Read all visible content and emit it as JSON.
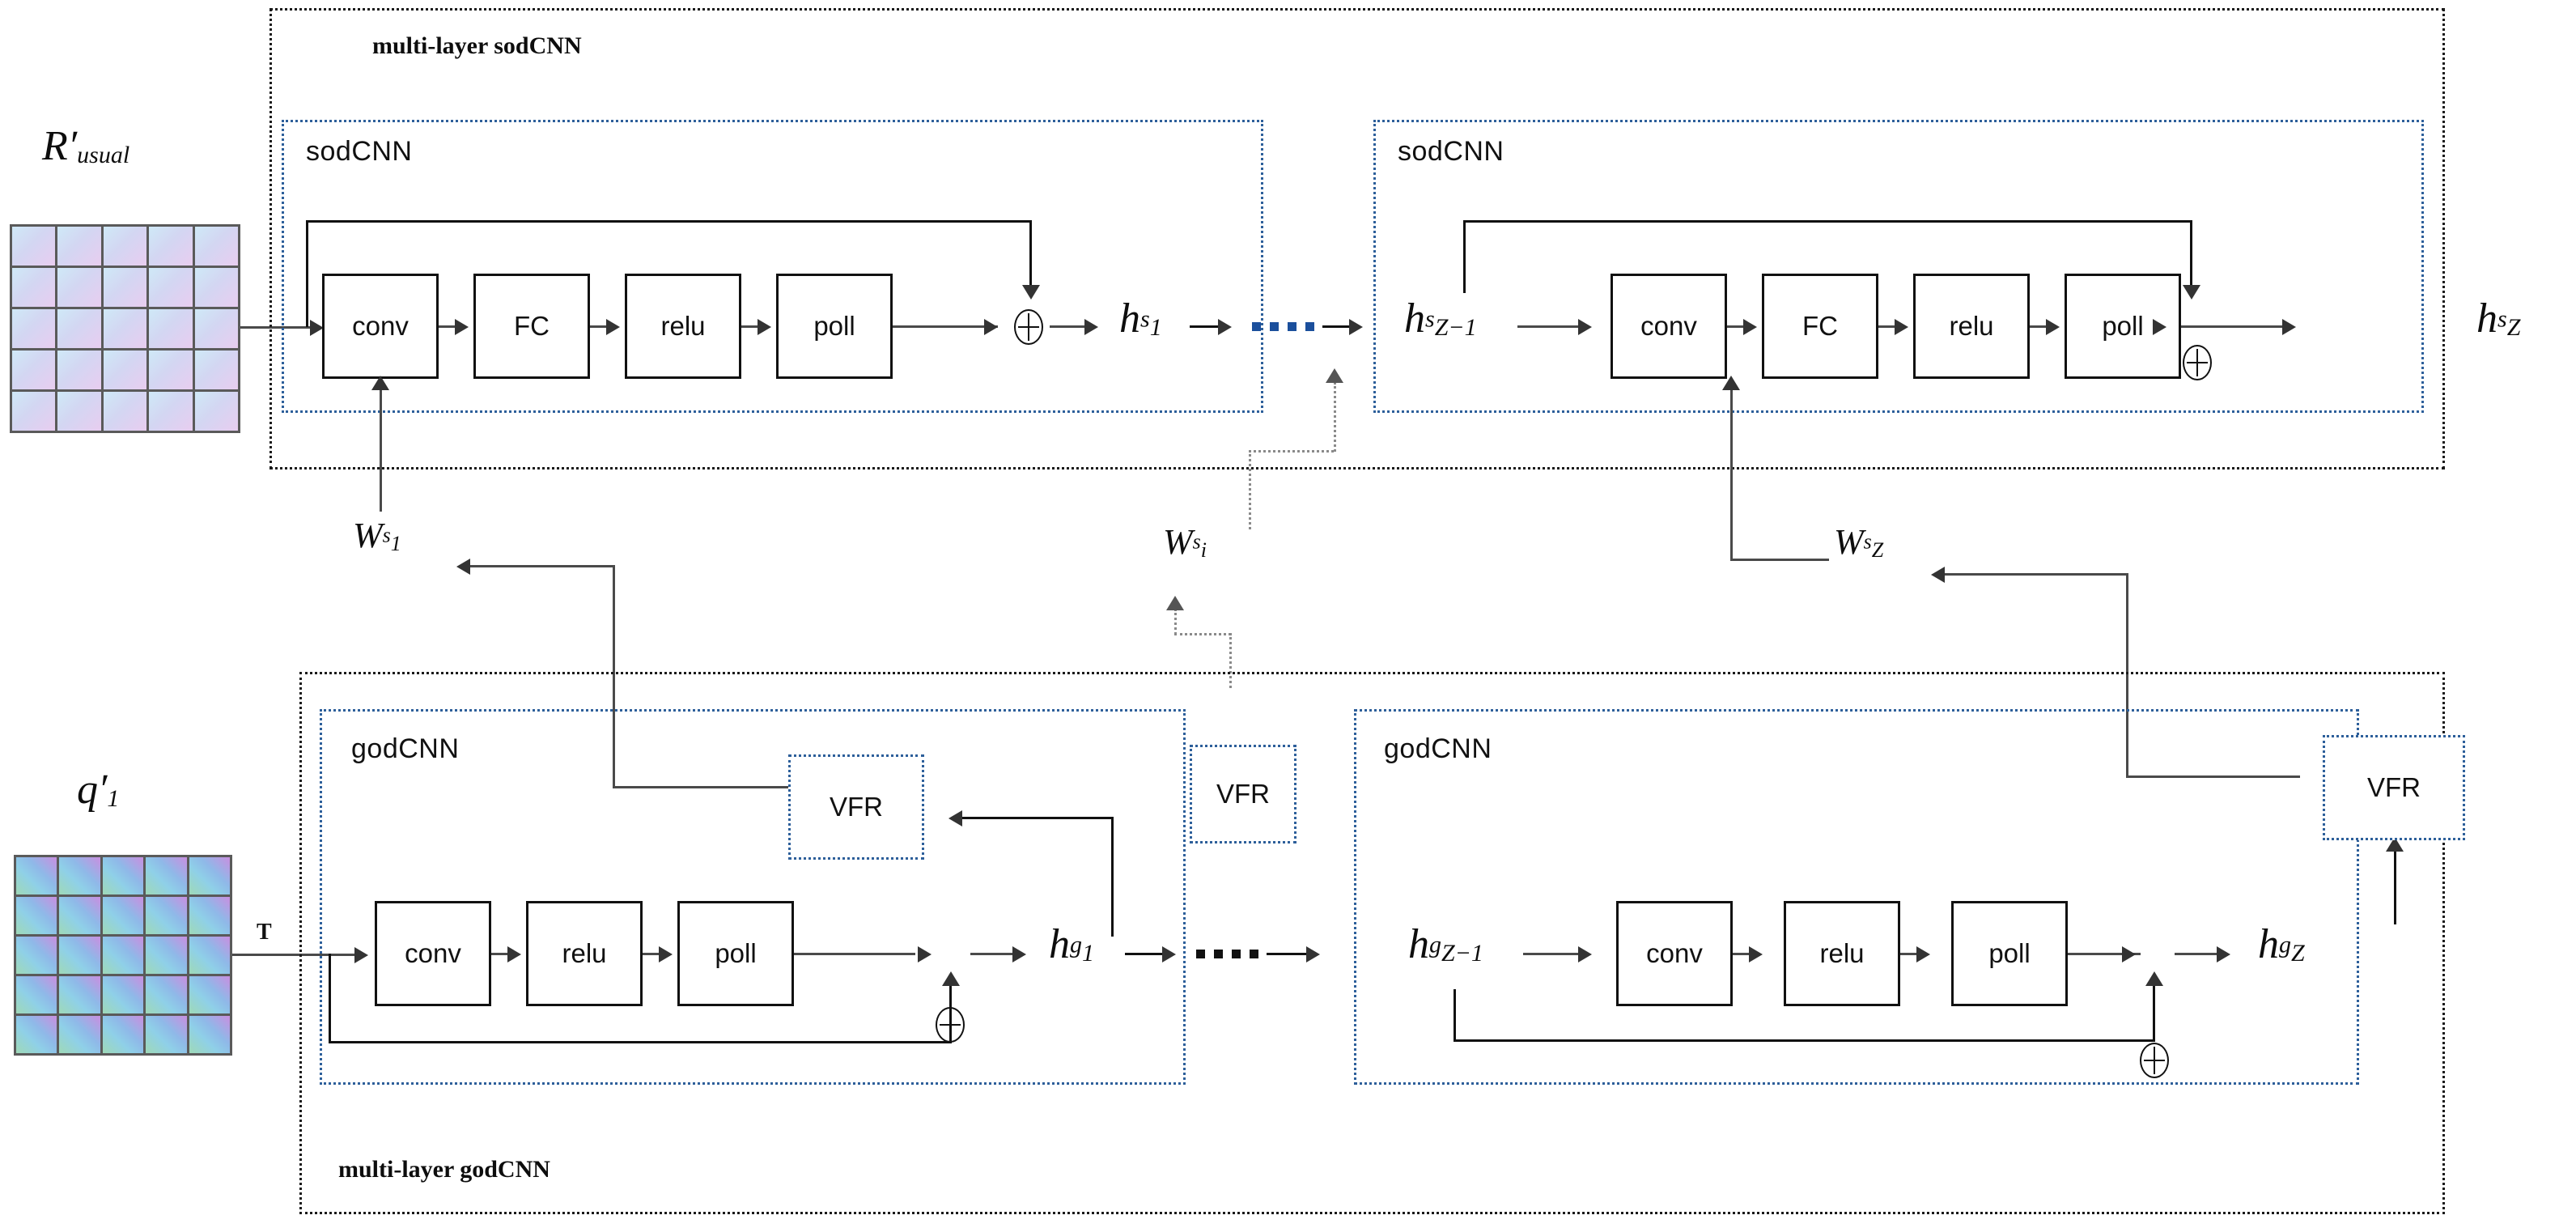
{
  "diagram": {
    "title": "multi-layer sodCNN / godCNN architecture",
    "colors": {
      "group_border": "#1a1a1a",
      "sub_border": "#2d5f9a",
      "box_border": "#111111",
      "connector": "#4a4a4a",
      "ellipsis_dot": "#1b4f9c"
    }
  },
  "top": {
    "group_label": "multi-layer sodCNN",
    "input": {
      "symbol_base": "R",
      "symbol_prime": "′",
      "symbol_sub": "usual",
      "matrix_rows": 5,
      "matrix_cols": 5
    },
    "block1": {
      "sub_label": "sodCNN",
      "ops": [
        "conv",
        "FC",
        "relu",
        "poll"
      ],
      "sum_icon": "oplus-icon",
      "output": {
        "base": "h",
        "sup": "s",
        "sub": "1"
      }
    },
    "blockZ": {
      "sub_label": "sodCNN",
      "input_state": {
        "base": "h",
        "sup": "s",
        "sub": "Z−1"
      },
      "ops": [
        "conv",
        "FC",
        "relu",
        "poll"
      ],
      "sum_icon": "oplus-icon",
      "output": {
        "base": "h",
        "sup": "s",
        "sub": "Z"
      }
    }
  },
  "weights": [
    {
      "base": "W",
      "sup": "s",
      "sub": "1"
    },
    {
      "base": "W",
      "sup": "s",
      "sub": "i"
    },
    {
      "base": "W",
      "sup": "s",
      "sub": "Z"
    }
  ],
  "bottom": {
    "group_label": "multi-layer godCNN",
    "input": {
      "symbol_base": "q",
      "symbol_prime": "′",
      "symbol_sub": "1",
      "edge_label": "T",
      "matrix_rows": 5,
      "matrix_cols": 5
    },
    "block1": {
      "sub_label": "godCNN",
      "ops": [
        "conv",
        "relu",
        "poll"
      ],
      "sum_icon": "oplus-icon",
      "output": {
        "base": "h",
        "sup": "g",
        "sub": "1"
      },
      "vfr_label": "VFR"
    },
    "middle_vfr": {
      "vfr_label": "VFR"
    },
    "blockZ": {
      "sub_label": "godCNN",
      "input_state": {
        "base": "h",
        "sup": "g",
        "sub": "Z−1"
      },
      "ops": [
        "conv",
        "relu",
        "poll"
      ],
      "sum_icon": "oplus-icon",
      "output": {
        "base": "h",
        "sup": "g",
        "sub": "Z"
      },
      "vfr_label": "VFR"
    }
  }
}
